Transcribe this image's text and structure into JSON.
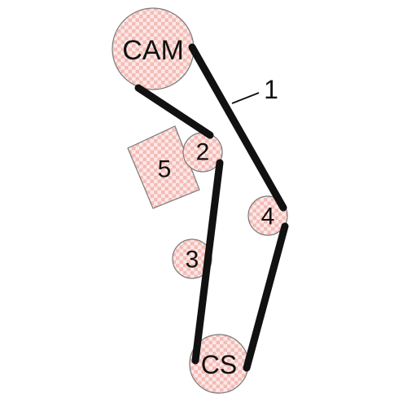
{
  "components": {
    "cam": {
      "label": "CAM"
    },
    "idler_2": {
      "label": "2"
    },
    "idler_3": {
      "label": "3"
    },
    "idler_4": {
      "label": "4"
    },
    "tensioner_5": {
      "label": "5"
    },
    "crankshaft": {
      "label": "CS"
    }
  },
  "callout": {
    "label": "1"
  },
  "colors": {
    "pulley_fill": "#fbe8e6",
    "pulley_check": "#f3b2ab",
    "belt": "#111111"
  }
}
